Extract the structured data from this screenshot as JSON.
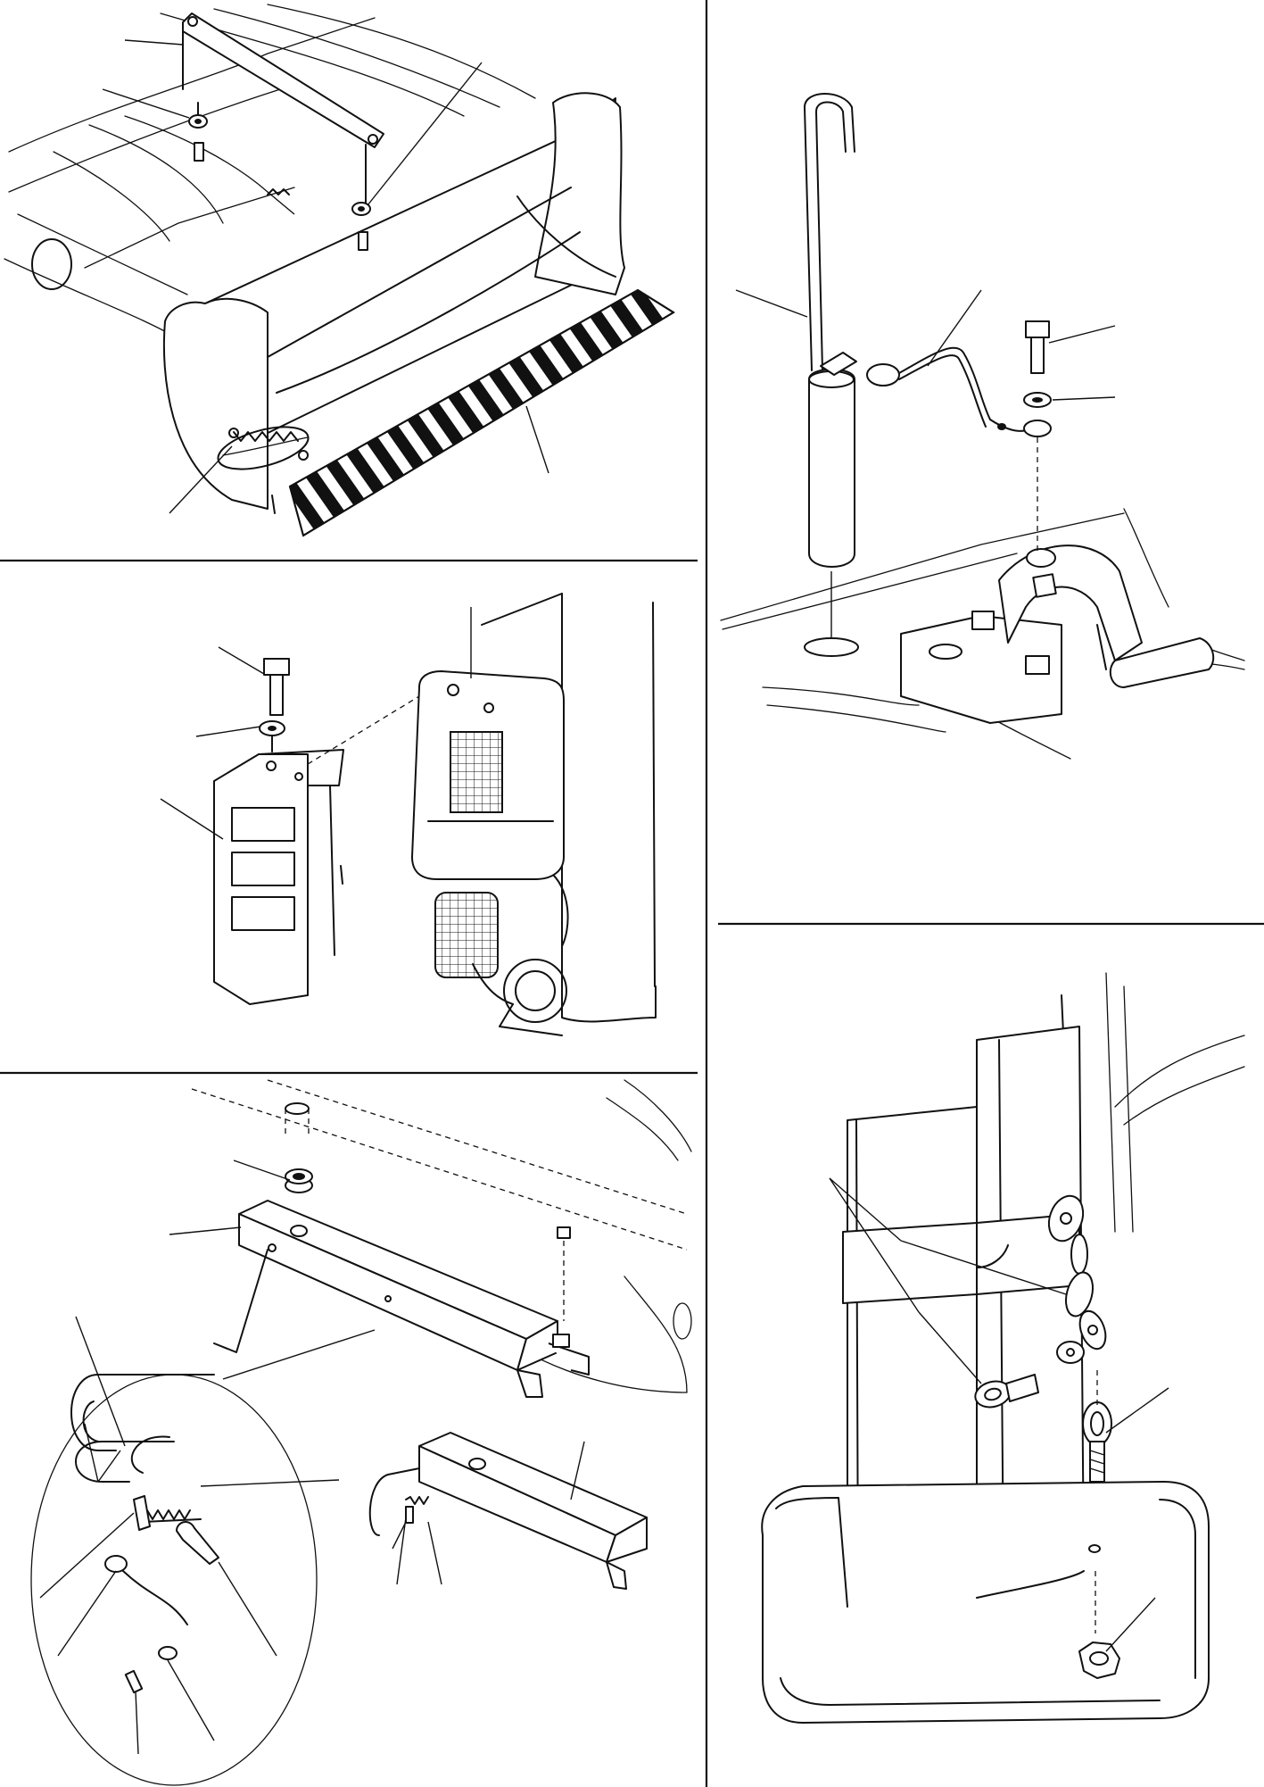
{
  "drawing": {
    "views": [
      {
        "id": "bucket-edge-guard"
      },
      {
        "id": "lamp-guard"
      },
      {
        "id": "lock-bar"
      },
      {
        "id": "safety-pin"
      },
      {
        "id": "chain-restraint"
      }
    ]
  },
  "colors": {
    "ink": "#111111",
    "paper": "#ffffff"
  }
}
